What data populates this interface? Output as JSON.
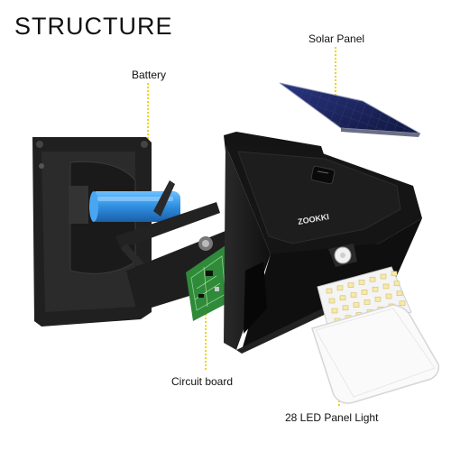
{
  "page": {
    "title": "STRUCTURE"
  },
  "labels": {
    "solar_panel": "Solar Panel",
    "battery": "Battery",
    "circuit_board": "Circuit board",
    "led_panel": "28 LED Panel Light"
  },
  "product": {
    "brand_logo": "ZOOKKI"
  },
  "colors": {
    "leader_line": "#f2d400",
    "housing": "#1b1b1b",
    "battery": "#2f8fe0",
    "pcb": "#2f8a3a",
    "solar_cell": "#1c2560",
    "led_panel": "#f4f4f4"
  }
}
